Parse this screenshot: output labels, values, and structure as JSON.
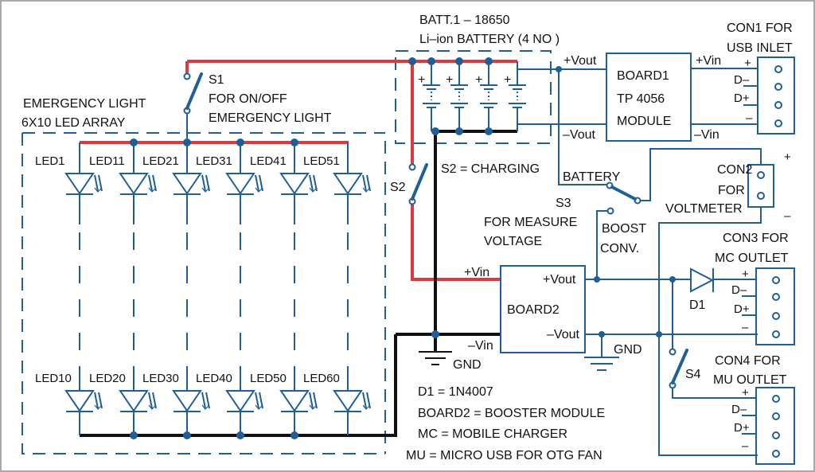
{
  "diagram": {
    "title_batt_line1": "BATT.1 – 18650",
    "title_batt_line2": "Li–ion BATTERY (4 NO )",
    "emergency_line1": "EMERGENCY LIGHT",
    "emergency_line2": "6X10 LED ARRAY",
    "s1": {
      "name": "S1",
      "desc1": "FOR ON/OFF",
      "desc2": "EMERGENCY LIGHT"
    },
    "s2": {
      "name": "S2",
      "desc": "S2 = CHARGING"
    },
    "s3": {
      "name": "S3",
      "desc1": "FOR MEASURE",
      "desc2": "VOLTAGE",
      "pos_battery": "BATTERY",
      "pos_boost1": "BOOST",
      "pos_boost2": "CONV."
    },
    "s4": {
      "name": "S4"
    },
    "led_top_row": [
      "LED1",
      "LED11",
      "LED21",
      "LED31",
      "LED41",
      "LED51"
    ],
    "led_bottom_row": [
      "LED10",
      "LED20",
      "LED30",
      "LED40",
      "LED50",
      "LED60"
    ],
    "board1": {
      "line1": "BOARD1",
      "line2": "TP 4056",
      "line3": "MODULE",
      "pos_out": "+Vout",
      "neg_out": "–Vout",
      "pos_in": "+Vin",
      "neg_in": "–Vin"
    },
    "board2": {
      "name": "BOARD2",
      "pos_in": "+Vin",
      "neg_in": "–Vin",
      "pos_out": "+Vout",
      "neg_out": "–Vout"
    },
    "con1": {
      "line1": "CON1 FOR",
      "line2": "USB INLET",
      "pins": [
        "+",
        "D–",
        "D+",
        "–"
      ]
    },
    "con2": {
      "line1": "CON2",
      "line2": "FOR",
      "line3": "VOLTMETER",
      "plus": "+",
      "minus": "–"
    },
    "con3": {
      "line1": "CON3 FOR",
      "line2": "MC OUTLET",
      "pins": [
        "+",
        "D–",
        "D+",
        "–"
      ]
    },
    "con4": {
      "line1": "CON4 FOR",
      "line2": "MU OUTLET",
      "pins": [
        "+",
        "D–",
        "D+",
        "–"
      ]
    },
    "d1": "D1",
    "gnd1": "GND",
    "gnd2": "GND",
    "battery_plus": "+",
    "legend": [
      "D1 = 1N4007",
      "BOARD2 = BOOSTER MODULE",
      "MC = MOBILE CHARGER",
      "MU = MICRO USB FOR OTG FAN"
    ],
    "colors": {
      "wire_blue": "#1f5f99",
      "wire_positive": "#e0383b",
      "wire_ground": "#111111"
    }
  }
}
